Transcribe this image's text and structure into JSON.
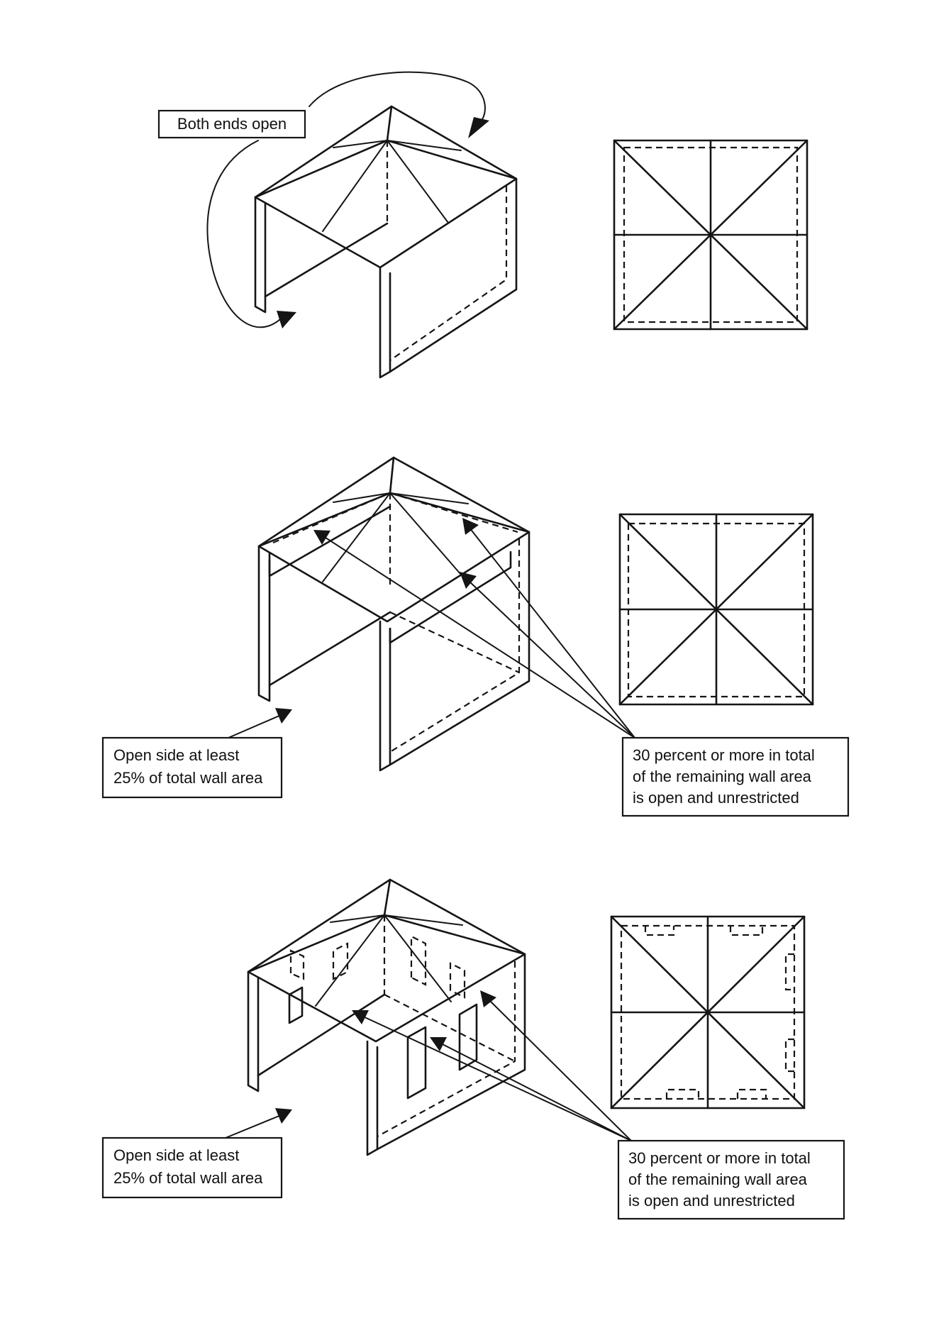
{
  "panels": [
    {
      "labels": [
        "Both ends open"
      ]
    },
    {
      "labels": [
        "Open side at least",
        "25% of total wall area",
        "30 percent or more in total",
        "of the remaining wall area",
        "is open and unrestricted"
      ]
    },
    {
      "labels": [
        "Open side at least",
        "25% of total wall area",
        "30 percent or more in total",
        "of the remaining wall area",
        "is open and unrestricted"
      ]
    }
  ]
}
